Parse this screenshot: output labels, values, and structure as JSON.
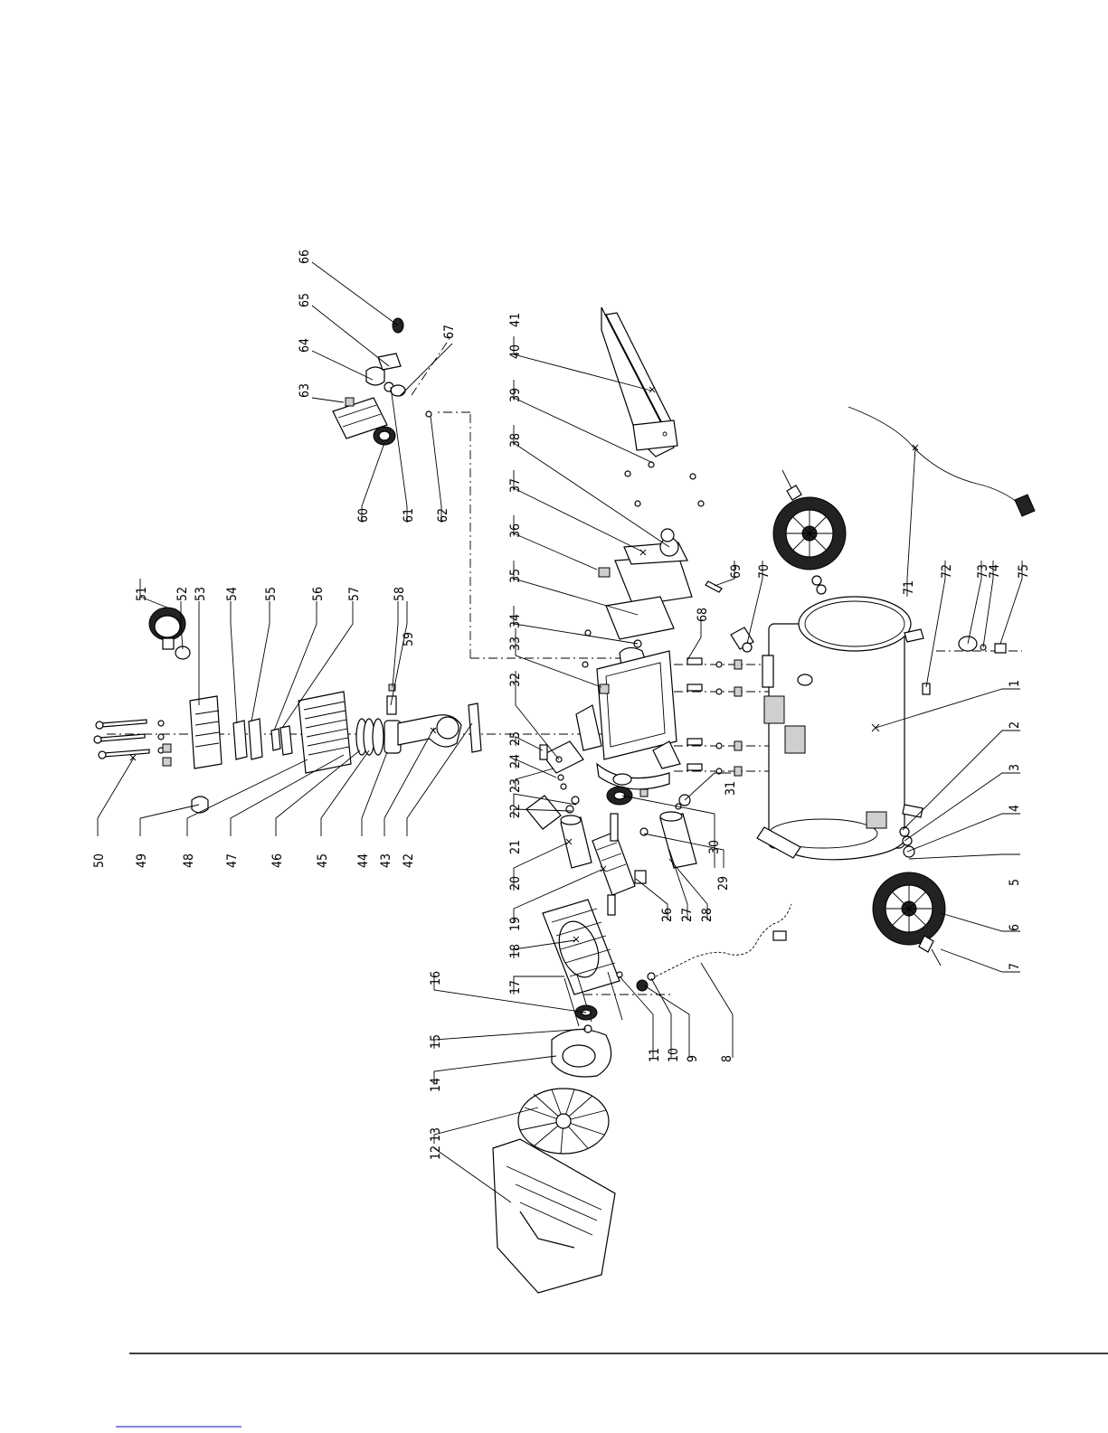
{
  "labels": {
    "p1": "1",
    "p2": "2",
    "p3": "3",
    "p4": "4",
    "p5": "5",
    "p6": "6",
    "p7": "7",
    "p8": "8",
    "p9": "9",
    "p10": "10",
    "p11": "11",
    "p12_13": "12 13",
    "p14": "14",
    "p15": "15",
    "p16": "16",
    "p17": "17",
    "p18": "18",
    "p19": "19",
    "p20": "20",
    "p21": "21",
    "p22": "22",
    "p23": "23",
    "p24": "24",
    "p25": "25",
    "p26": "26",
    "p27": "27",
    "p28": "28",
    "p29": "29",
    "p30": "30",
    "p31": "31",
    "p32": "32",
    "p33": "33",
    "p34": "34",
    "p35": "35",
    "p36": "36",
    "p37": "37",
    "p38": "38",
    "p39": "39",
    "p40": "40",
    "p41": "41",
    "p42": "42",
    "p43": "43",
    "p44": "44",
    "p45": "45",
    "p46": "46",
    "p47": "47",
    "p48": "48",
    "p49": "49",
    "p50": "50",
    "p51": "51",
    "p52": "52",
    "p53": "53",
    "p54": "54",
    "p55": "55",
    "p56": "56",
    "p57": "57",
    "p58": "58",
    "p59": "59",
    "p60": "60",
    "p61": "61",
    "p62": "62",
    "p63": "63",
    "p64": "64",
    "p65": "65",
    "p66": "66",
    "p67": "67",
    "p68": "68",
    "p69": "69",
    "p70": "70",
    "p71": "71",
    "p72": "72",
    "p73": "73",
    "p74": "74",
    "p75": "75"
  },
  "colors": {
    "ink": "#000000",
    "paper": "#ffffff",
    "link": "#3b3bd6"
  }
}
